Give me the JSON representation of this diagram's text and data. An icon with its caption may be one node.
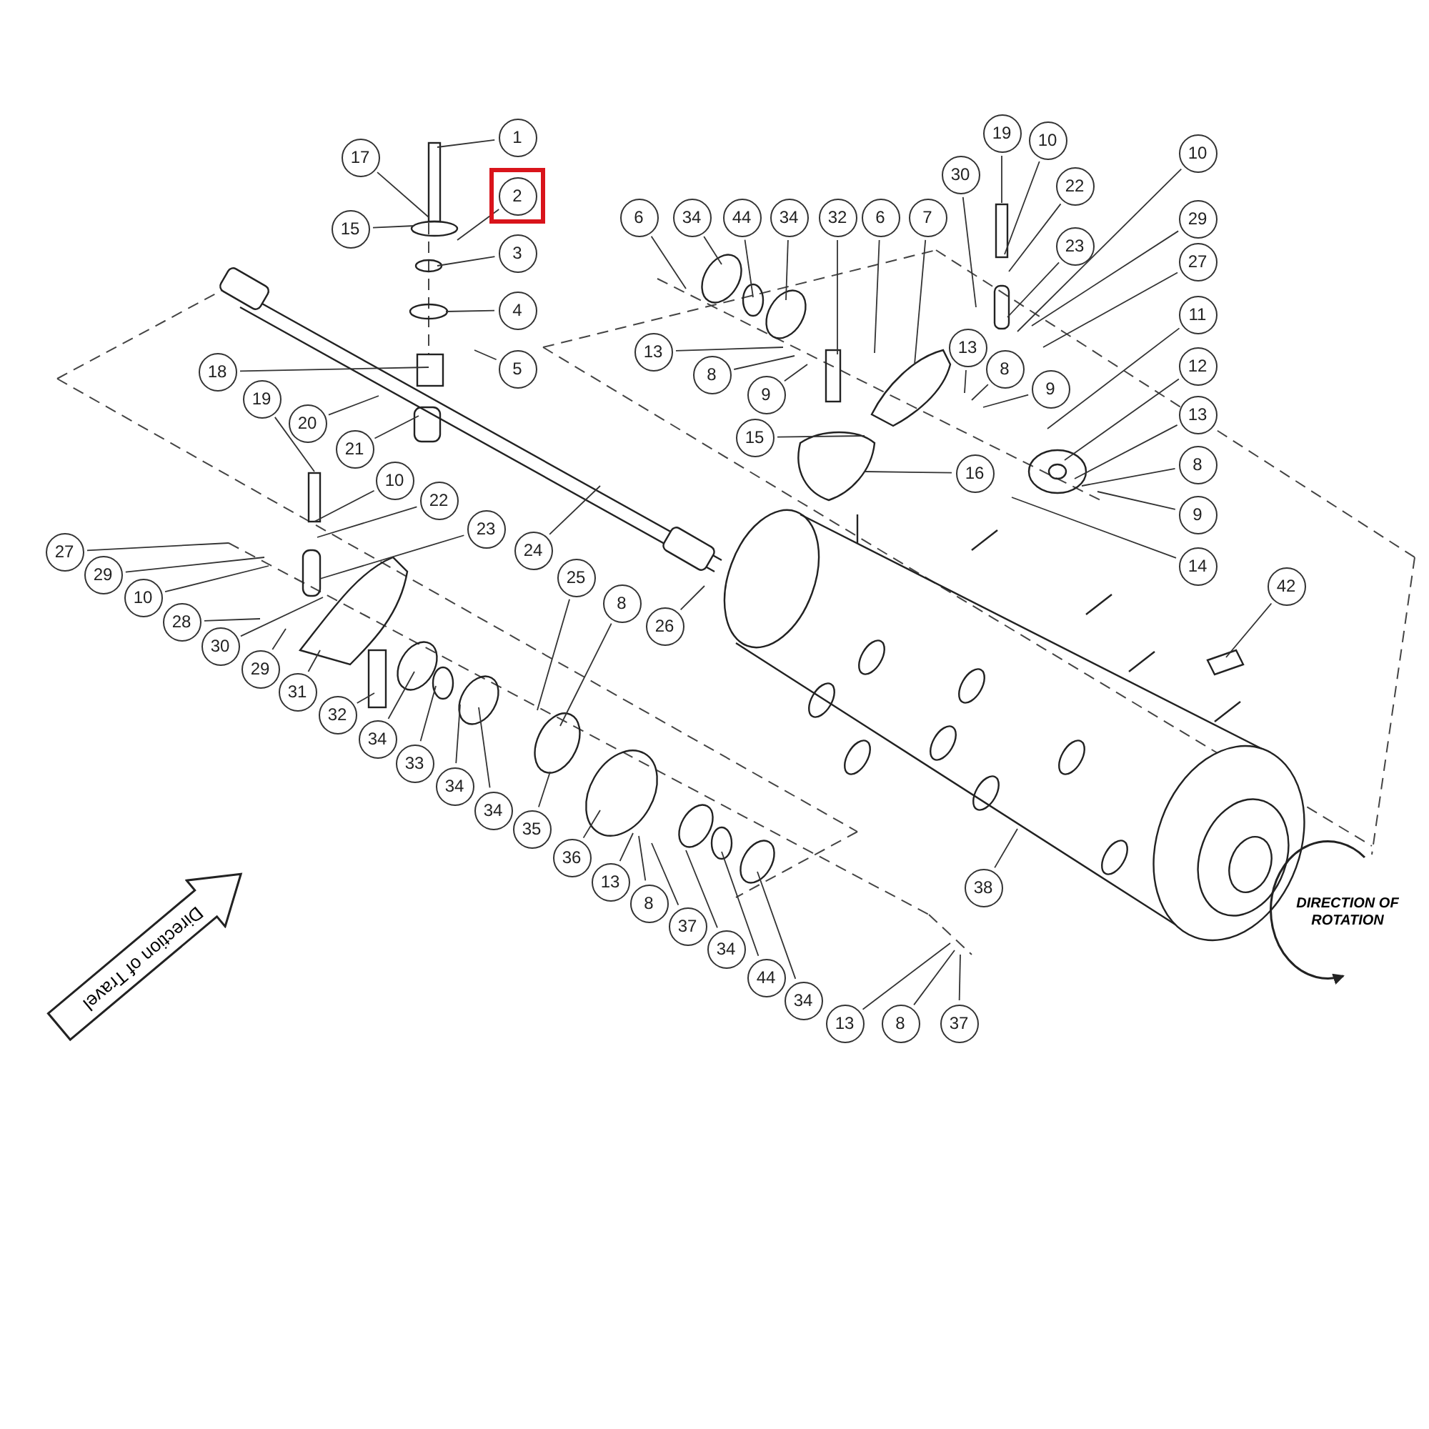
{
  "diagram": {
    "nodes": [
      {
        "text": [
          "1"
        ]
      },
      {
        "text": [
          "2"
        ]
      },
      {
        "text": [
          "17"
        ]
      },
      {
        "text": [
          "15"
        ]
      },
      {
        "text": [
          "3"
        ]
      },
      {
        "text": [
          "4"
        ]
      },
      {
        "text": [
          "5"
        ]
      },
      {
        "text": [
          "18"
        ]
      },
      {
        "text": [
          "19"
        ]
      },
      {
        "text": [
          "20"
        ]
      },
      {
        "text": [
          "21"
        ]
      },
      {
        "text": [
          "10"
        ]
      },
      {
        "text": [
          "22"
        ]
      },
      {
        "text": [
          "23"
        ]
      },
      {
        "text": [
          "24"
        ]
      },
      {
        "text": [
          "27"
        ]
      },
      {
        "text": [
          "29"
        ]
      },
      {
        "text": [
          "10"
        ]
      },
      {
        "text": [
          "28"
        ]
      },
      {
        "text": [
          "30"
        ]
      },
      {
        "text": [
          "29"
        ]
      },
      {
        "text": [
          "31"
        ]
      },
      {
        "text": [
          "32"
        ]
      },
      {
        "text": [
          "34"
        ]
      },
      {
        "text": [
          "33"
        ]
      },
      {
        "text": [
          "34"
        ]
      },
      {
        "text": [
          "34"
        ]
      },
      {
        "text": [
          "35"
        ]
      },
      {
        "text": [
          "25"
        ]
      },
      {
        "text": [
          "8"
        ]
      },
      {
        "text": [
          "26"
        ]
      },
      {
        "text": [
          "36"
        ]
      },
      {
        "text": [
          "13"
        ]
      },
      {
        "text": [
          "8"
        ]
      },
      {
        "text": [
          "37"
        ]
      },
      {
        "text": [
          "34"
        ]
      },
      {
        "text": [
          "44"
        ]
      },
      {
        "text": [
          "34"
        ]
      },
      {
        "text": [
          "13"
        ]
      },
      {
        "text": [
          "8"
        ]
      },
      {
        "text": [
          "37"
        ]
      },
      {
        "text": [
          "38"
        ]
      },
      {
        "text": [
          "42"
        ]
      },
      {
        "text": [
          "6"
        ]
      },
      {
        "text": [
          "34"
        ]
      },
      {
        "text": [
          "44"
        ]
      },
      {
        "text": [
          "34"
        ]
      },
      {
        "text": [
          "32"
        ]
      },
      {
        "text": [
          "6"
        ]
      },
      {
        "text": [
          "7"
        ]
      },
      {
        "text": [
          "13"
        ]
      },
      {
        "text": [
          "8"
        ]
      },
      {
        "text": [
          "9"
        ]
      },
      {
        "text": [
          "15"
        ]
      },
      {
        "text": [
          "16"
        ]
      },
      {
        "text": [
          "30"
        ]
      },
      {
        "text": [
          "19"
        ]
      },
      {
        "text": [
          "10"
        ]
      },
      {
        "text": [
          "22"
        ]
      },
      {
        "text": [
          "23"
        ]
      },
      {
        "text": [
          "13"
        ]
      },
      {
        "text": [
          "8"
        ]
      },
      {
        "text": [
          "9"
        ]
      },
      {
        "text": [
          "10"
        ]
      },
      {
        "text": [
          "29"
        ]
      },
      {
        "text": [
          "27"
        ]
      },
      {
        "text": [
          "11"
        ]
      },
      {
        "text": [
          "12"
        ]
      },
      {
        "text": [
          "13"
        ]
      },
      {
        "text": [
          "8"
        ]
      },
      {
        "text": [
          "9"
        ]
      },
      {
        "text": [
          "14"
        ]
      },
      {
        "text": [
          "Direction of Travel"
        ]
      }
    ],
    "edges": [
      {
        "from": 0,
        "to": null,
        "arrow": "none"
      },
      {
        "from": 1,
        "to": null,
        "arrow": "none"
      },
      {
        "from": 2,
        "to": null,
        "arrow": "none"
      },
      {
        "from": 3,
        "to": null,
        "arrow": "none"
      },
      {
        "from": 4,
        "to": null,
        "arrow": "none"
      },
      {
        "from": 5,
        "to": null,
        "arrow": "none"
      },
      {
        "from": 6,
        "to": null,
        "arrow": "none"
      },
      {
        "from": 7,
        "to": null,
        "arrow": "none"
      },
      {
        "from": 8,
        "to": null,
        "arrow": "none"
      },
      {
        "from": 9,
        "to": null,
        "arrow": "none"
      },
      {
        "from": 10,
        "to": null,
        "arrow": "none"
      },
      {
        "from": 11,
        "to": null,
        "arrow": "none"
      },
      {
        "from": 12,
        "to": null,
        "arrow": "none"
      },
      {
        "from": 13,
        "to": null,
        "arrow": "none"
      },
      {
        "from": 14,
        "to": null,
        "arrow": "none"
      },
      {
        "from": 15,
        "to": null,
        "arrow": "none"
      },
      {
        "from": 16,
        "to": null,
        "arrow": "none"
      },
      {
        "from": 17,
        "to": null,
        "arrow": "none"
      },
      {
        "from": 18,
        "to": null,
        "arrow": "none"
      },
      {
        "from": 19,
        "to": null,
        "arrow": "none"
      },
      {
        "from": 20,
        "to": null,
        "arrow": "none"
      },
      {
        "from": 21,
        "to": null,
        "arrow": "none"
      },
      {
        "from": 22,
        "to": null,
        "arrow": "none"
      },
      {
        "from": 23,
        "to": null,
        "arrow": "none"
      },
      {
        "from": 24,
        "to": null,
        "arrow": "none"
      },
      {
        "from": 25,
        "to": null,
        "arrow": "none"
      },
      {
        "from": 26,
        "to": null,
        "arrow": "none"
      },
      {
        "from": 27,
        "to": null,
        "arrow": "none"
      },
      {
        "from": 28,
        "to": null,
        "arrow": "none"
      },
      {
        "from": 29,
        "to": null,
        "arrow": "none"
      },
      {
        "from": 30,
        "to": null,
        "arrow": "none"
      },
      {
        "from": 31,
        "to": null,
        "arrow": "none"
      },
      {
        "from": 32,
        "to": null,
        "arrow": "none"
      },
      {
        "from": 33,
        "to": null,
        "arrow": "none"
      },
      {
        "from": 34,
        "to": null,
        "arrow": "none"
      },
      {
        "from": 35,
        "to": null,
        "arrow": "none"
      },
      {
        "from": 36,
        "to": null,
        "arrow": "none"
      },
      {
        "from": 37,
        "to": null,
        "arrow": "none"
      },
      {
        "from": 38,
        "to": null,
        "arrow": "none"
      },
      {
        "from": 39,
        "to": null,
        "arrow": "none"
      },
      {
        "from": 40,
        "to": null,
        "arrow": "none"
      },
      {
        "from": 41,
        "to": null,
        "arrow": "none"
      },
      {
        "from": 42,
        "to": null,
        "arrow": "none"
      },
      {
        "from": 43,
        "to": null,
        "arrow": "none"
      },
      {
        "from": 44,
        "to": null,
        "arrow": "none"
      },
      {
        "from": 45,
        "to": null,
        "arrow": "none"
      },
      {
        "from": 46,
        "to": null,
        "arrow": "none"
      },
      {
        "from": 47,
        "to": null,
        "arrow": "none"
      },
      {
        "from": 48,
        "to": null,
        "arrow": "none"
      },
      {
        "from": 49,
        "to": null,
        "arrow": "none"
      },
      {
        "from": 50,
        "to": null,
        "arrow": "none"
      },
      {
        "from": 51,
        "to": null,
        "arrow": "none"
      },
      {
        "from": 52,
        "to": null,
        "arrow": "none"
      },
      {
        "from": 53,
        "to": null,
        "arrow": "none"
      },
      {
        "from": 54,
        "to": null,
        "arrow": "none"
      },
      {
        "from": 55,
        "to": null,
        "arrow": "none"
      },
      {
        "from": 56,
        "to": null,
        "arrow": "none"
      },
      {
        "from": 57,
        "to": null,
        "arrow": "none"
      },
      {
        "from": 58,
        "to": null,
        "arrow": "none"
      },
      {
        "from": 59,
        "to": null,
        "arrow": "none"
      },
      {
        "from": 60,
        "to": null,
        "arrow": "none"
      },
      {
        "from": 61,
        "to": null,
        "arrow": "none"
      },
      {
        "from": 62,
        "to": null,
        "arrow": "none"
      },
      {
        "from": 63,
        "to": null,
        "arrow": "none"
      },
      {
        "from": 64,
        "to": null,
        "arrow": "none"
      },
      {
        "from": 65,
        "to": null,
        "arrow": "none"
      },
      {
        "from": 66,
        "to": null,
        "arrow": "none"
      },
      {
        "from": 67,
        "to": null,
        "arrow": "none"
      },
      {
        "from": 68,
        "to": null,
        "arrow": "none"
      },
      {
        "from": 69,
        "to": null,
        "arrow": "none"
      },
      {
        "from": 70,
        "to": null,
        "arrow": "none"
      },
      {
        "from": 71,
        "to": null,
        "arrow": "none"
      }
    ],
    "labels": [
      "DIRECTION OF ROTATION"
    ]
  }
}
